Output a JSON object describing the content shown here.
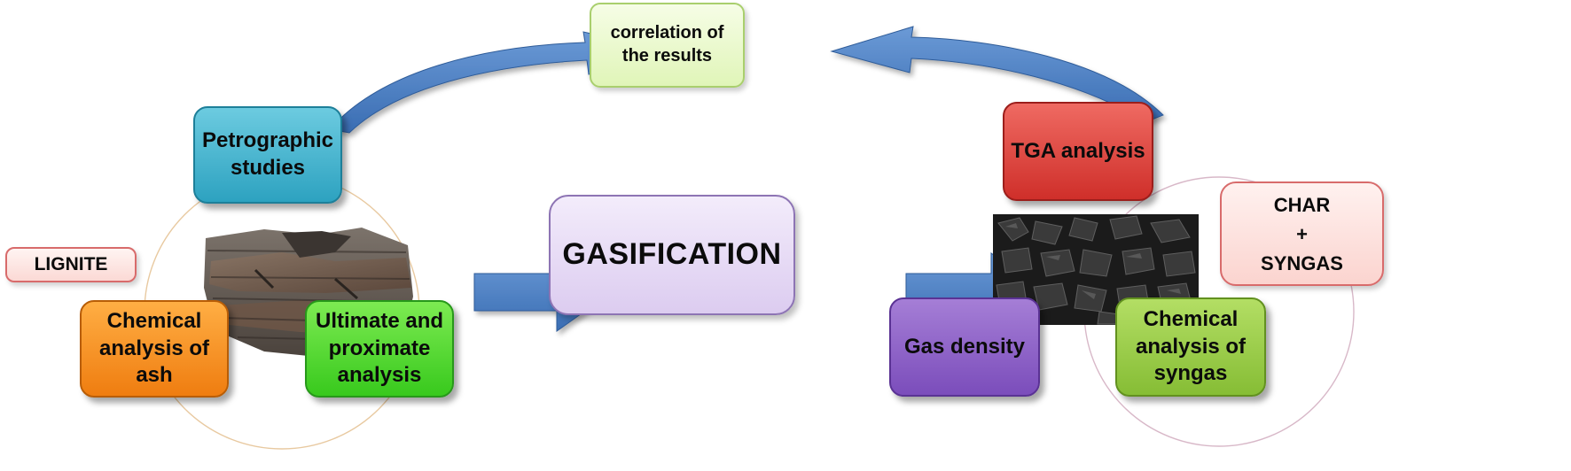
{
  "nodes": {
    "lignite": "LIGNITE",
    "petrographic": "Petrographic\nstudies",
    "chemical_ash": "Chemical\nanalysis of\nash",
    "ultimate_proximate": "Ultimate and\nproximate\nanalysis",
    "correlation": "correlation of\nthe results",
    "gasification": "GASIFICATION",
    "tga": "TGA analysis",
    "gas_density": "Gas density",
    "chemical_syngas": "Chemical\nanalysis of\nsyngas",
    "char_syngas": "CHAR\n+\nSYNGAS"
  },
  "images": {
    "lignite": "lignite-rock-photo",
    "char": "char-particles-photo"
  },
  "colors": {
    "arrow": "#4a7fc1",
    "petrographic": "#2da2c0",
    "chemical_ash": "#ef7d10",
    "ultimate_proximate": "#38c91d",
    "tga": "#cf2f2a",
    "gas_density": "#7b4dbb",
    "chemical_syngas": "#86bd35"
  }
}
